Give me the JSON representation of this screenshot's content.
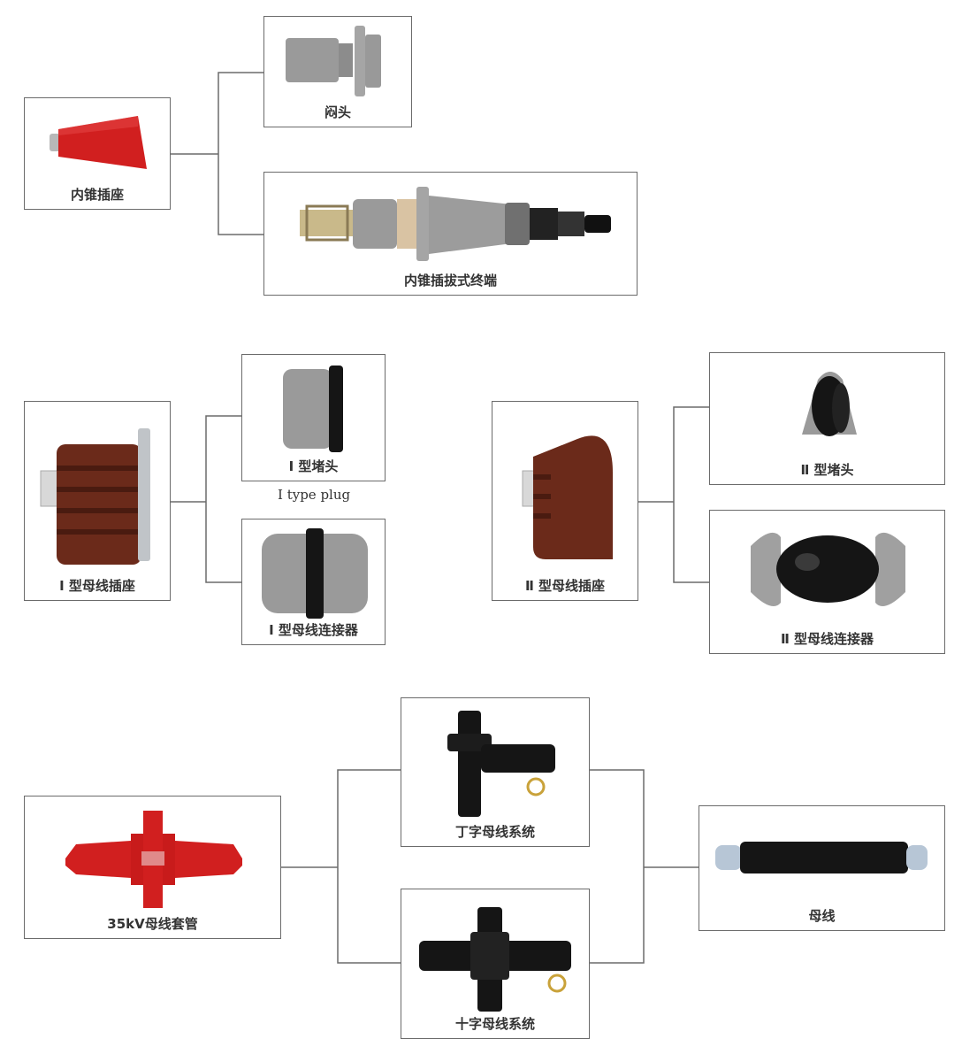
{
  "nodes": {
    "inner_cone_socket": "内锥插座",
    "plug_head": "闷头",
    "inner_cone_termination": "内锥插拔式终端",
    "type1_busbar_socket": "Ⅰ 型母线插座",
    "type1_plug": "Ⅰ 型堵头",
    "type1_plug_en": "Ⅰ type plug",
    "type1_busbar_connector": "Ⅰ 型母线连接器",
    "type2_busbar_socket": "Ⅱ 型母线插座",
    "type2_plug": "Ⅱ 型堵头",
    "type2_busbar_connector": "Ⅱ 型母线连接器",
    "bushing_35kv": "35kV母线套管",
    "t_busbar_system": "丁字母线系统",
    "cross_busbar_system": "十字母线系统",
    "busbar": "母线"
  },
  "colors": {
    "red_insulator": "#d11f1f",
    "brown_insulator": "#6b2a1a",
    "grey_rubber": "#9a9a9a",
    "black_rubber": "#151515",
    "connector_line": "#6b6b6b"
  }
}
